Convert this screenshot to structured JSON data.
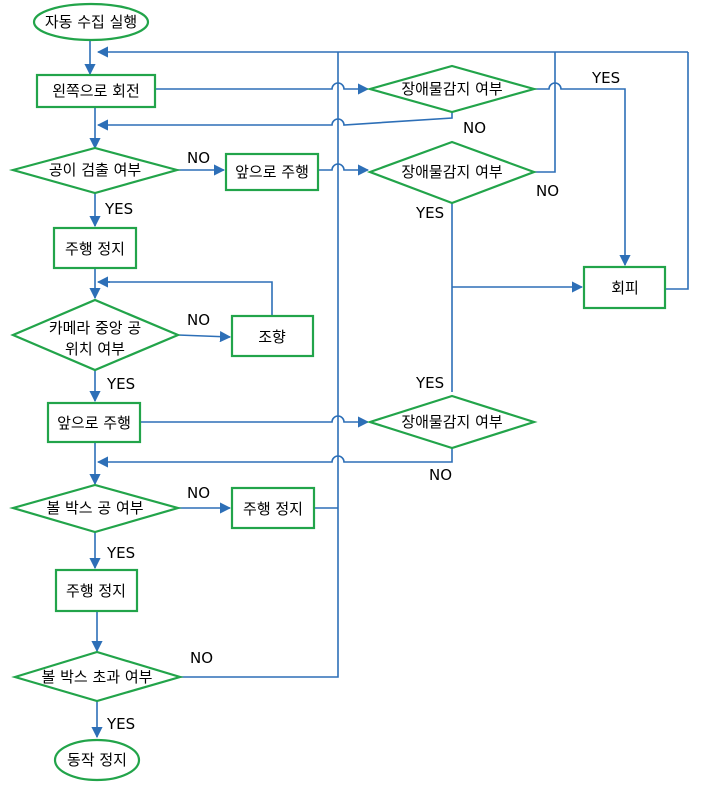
{
  "nodes": {
    "start": "자동 수집 실행",
    "rotate_left": "왼쪽으로 회전",
    "obstacle1": "장애물감지 여부",
    "ball_detect": "공이 검출 여부",
    "forward1": "앞으로 주행",
    "obstacle2": "장애물감지 여부",
    "stop1": "주행 정지",
    "avoid": "회피",
    "camera_line1": "카메라 중앙 공",
    "camera_line2": "위치 여부",
    "steer": "조향",
    "forward2": "앞으로 주행",
    "obstacle3": "장애물감지 여부",
    "ballbox": "볼 박스 공 여부",
    "stop2": "주행 정지",
    "stop3": "주행 정지",
    "overflow": "볼 박스 초과 여부",
    "end": "동작 정지"
  },
  "edge_labels": {
    "yes": "YES",
    "no": "NO"
  }
}
